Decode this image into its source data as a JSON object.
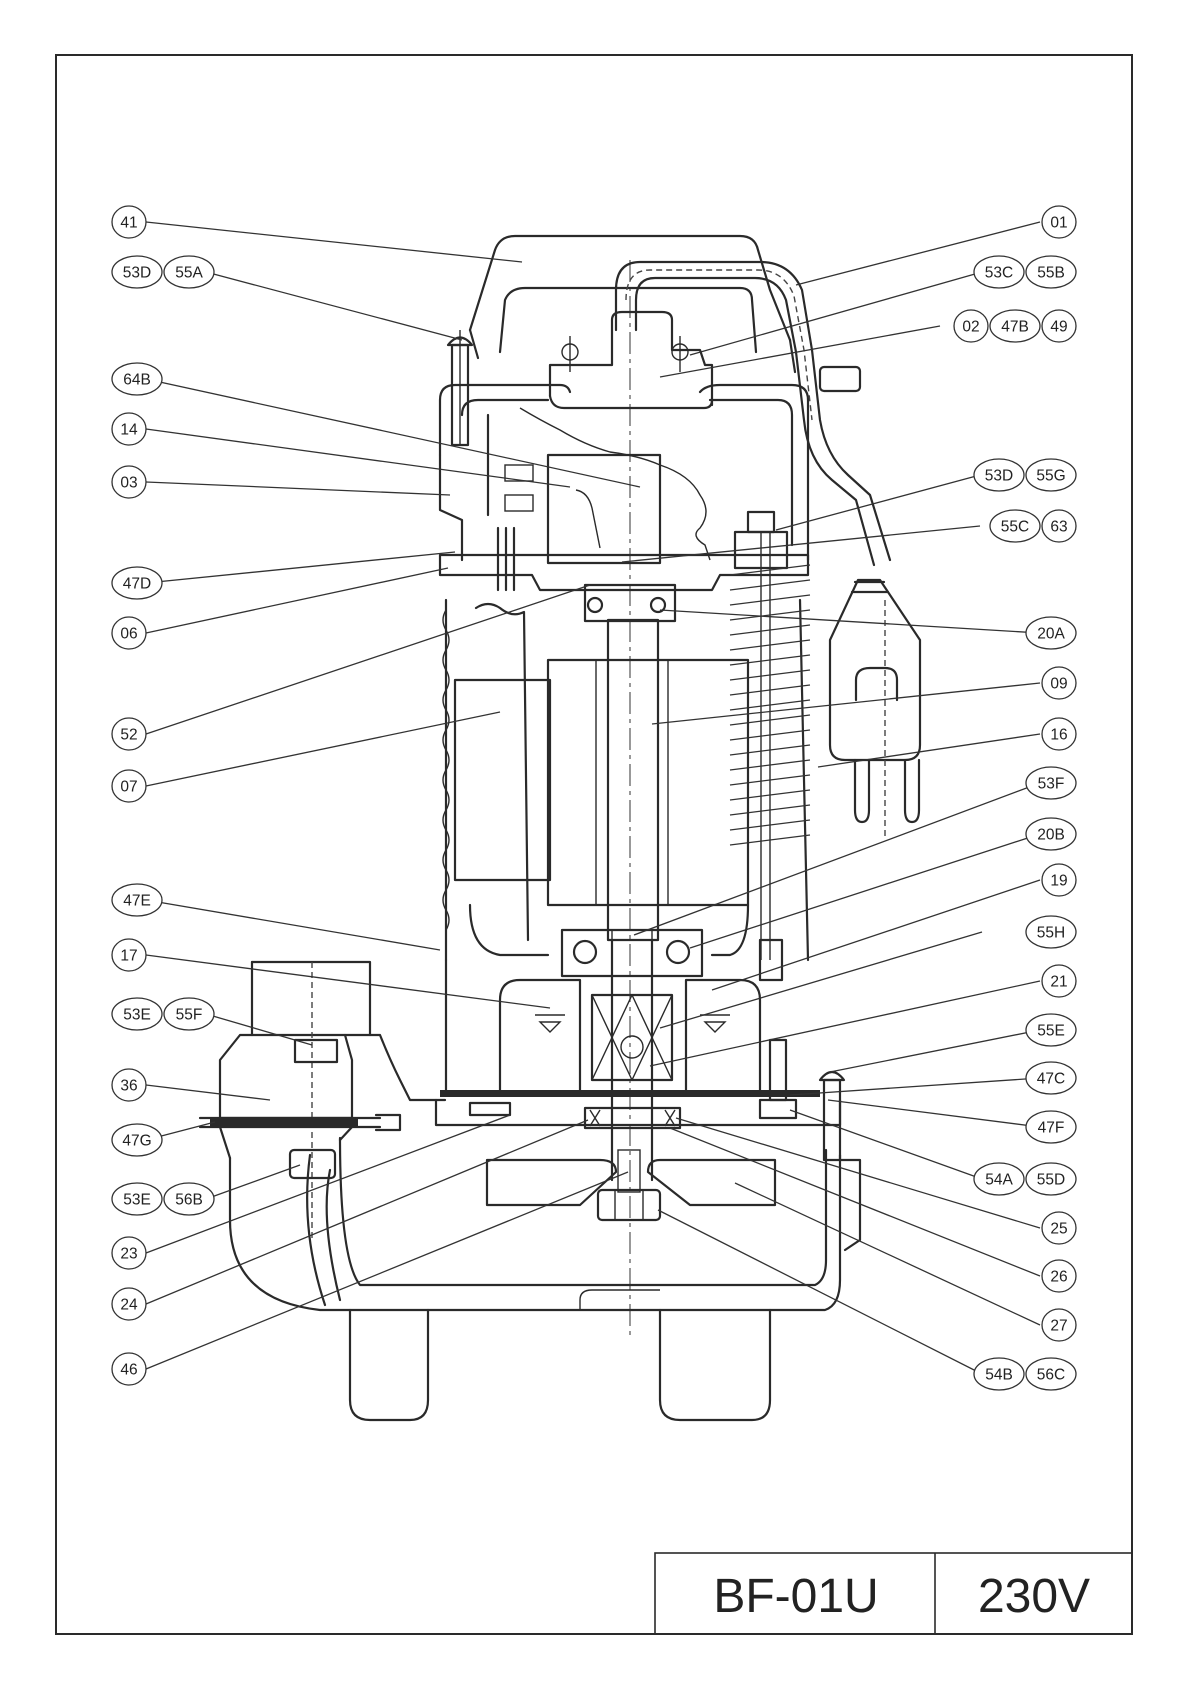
{
  "title_block": {
    "model": "BF-01U",
    "voltage": "230V"
  },
  "left_callouts": [
    {
      "id": "c-41",
      "labels": [
        "41"
      ]
    },
    {
      "id": "c-53d-55a",
      "labels": [
        "53D",
        "55A"
      ]
    },
    {
      "id": "c-64b",
      "labels": [
        "64B"
      ]
    },
    {
      "id": "c-14",
      "labels": [
        "14"
      ]
    },
    {
      "id": "c-03",
      "labels": [
        "03"
      ]
    },
    {
      "id": "c-47d",
      "labels": [
        "47D"
      ]
    },
    {
      "id": "c-06",
      "labels": [
        "06"
      ]
    },
    {
      "id": "c-52",
      "labels": [
        "52"
      ]
    },
    {
      "id": "c-07",
      "labels": [
        "07"
      ]
    },
    {
      "id": "c-47e",
      "labels": [
        "47E"
      ]
    },
    {
      "id": "c-17",
      "labels": [
        "17"
      ]
    },
    {
      "id": "c-53e-55f",
      "labels": [
        "53E",
        "55F"
      ]
    },
    {
      "id": "c-36",
      "labels": [
        "36"
      ]
    },
    {
      "id": "c-47g",
      "labels": [
        "47G"
      ]
    },
    {
      "id": "c-53e-56b",
      "labels": [
        "53E",
        "56B"
      ]
    },
    {
      "id": "c-23",
      "labels": [
        "23"
      ]
    },
    {
      "id": "c-24",
      "labels": [
        "24"
      ]
    },
    {
      "id": "c-46",
      "labels": [
        "46"
      ]
    }
  ],
  "right_callouts": [
    {
      "id": "c-01",
      "labels": [
        "01"
      ]
    },
    {
      "id": "c-53c-55b",
      "labels": [
        "53C",
        "55B"
      ]
    },
    {
      "id": "c-02-47b-49",
      "labels": [
        "02",
        "47B",
        "49"
      ]
    },
    {
      "id": "c-53d-55g",
      "labels": [
        "53D",
        "55G"
      ]
    },
    {
      "id": "c-55c-63",
      "labels": [
        "55C",
        "63"
      ]
    },
    {
      "id": "c-20a",
      "labels": [
        "20A"
      ]
    },
    {
      "id": "c-09",
      "labels": [
        "09"
      ]
    },
    {
      "id": "c-16",
      "labels": [
        "16"
      ]
    },
    {
      "id": "c-53f",
      "labels": [
        "53F"
      ]
    },
    {
      "id": "c-20b",
      "labels": [
        "20B"
      ]
    },
    {
      "id": "c-19",
      "labels": [
        "19"
      ]
    },
    {
      "id": "c-55h",
      "labels": [
        "55H"
      ]
    },
    {
      "id": "c-21",
      "labels": [
        "21"
      ]
    },
    {
      "id": "c-55e",
      "labels": [
        "55E"
      ]
    },
    {
      "id": "c-47c",
      "labels": [
        "47C"
      ]
    },
    {
      "id": "c-47f",
      "labels": [
        "47F"
      ]
    },
    {
      "id": "c-54a-55d",
      "labels": [
        "54A",
        "55D"
      ]
    },
    {
      "id": "c-25",
      "labels": [
        "25"
      ]
    },
    {
      "id": "c-26",
      "labels": [
        "26"
      ]
    },
    {
      "id": "c-27",
      "labels": [
        "27"
      ]
    },
    {
      "id": "c-54b-56c",
      "labels": [
        "54B",
        "56C"
      ]
    }
  ]
}
